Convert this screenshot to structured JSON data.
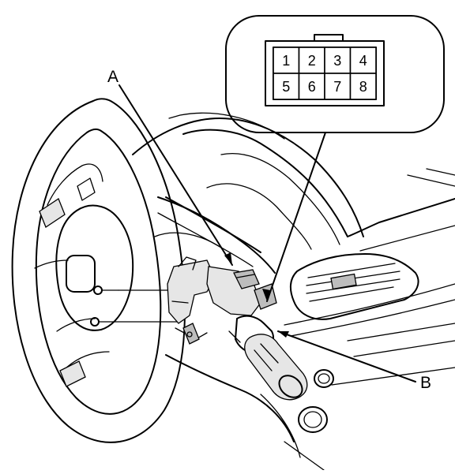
{
  "callouts": {
    "a": "A",
    "b": "B"
  },
  "connector": {
    "pins_top": [
      "1",
      "2",
      "3",
      "4"
    ],
    "pins_bottom": [
      "5",
      "6",
      "7",
      "8"
    ]
  }
}
